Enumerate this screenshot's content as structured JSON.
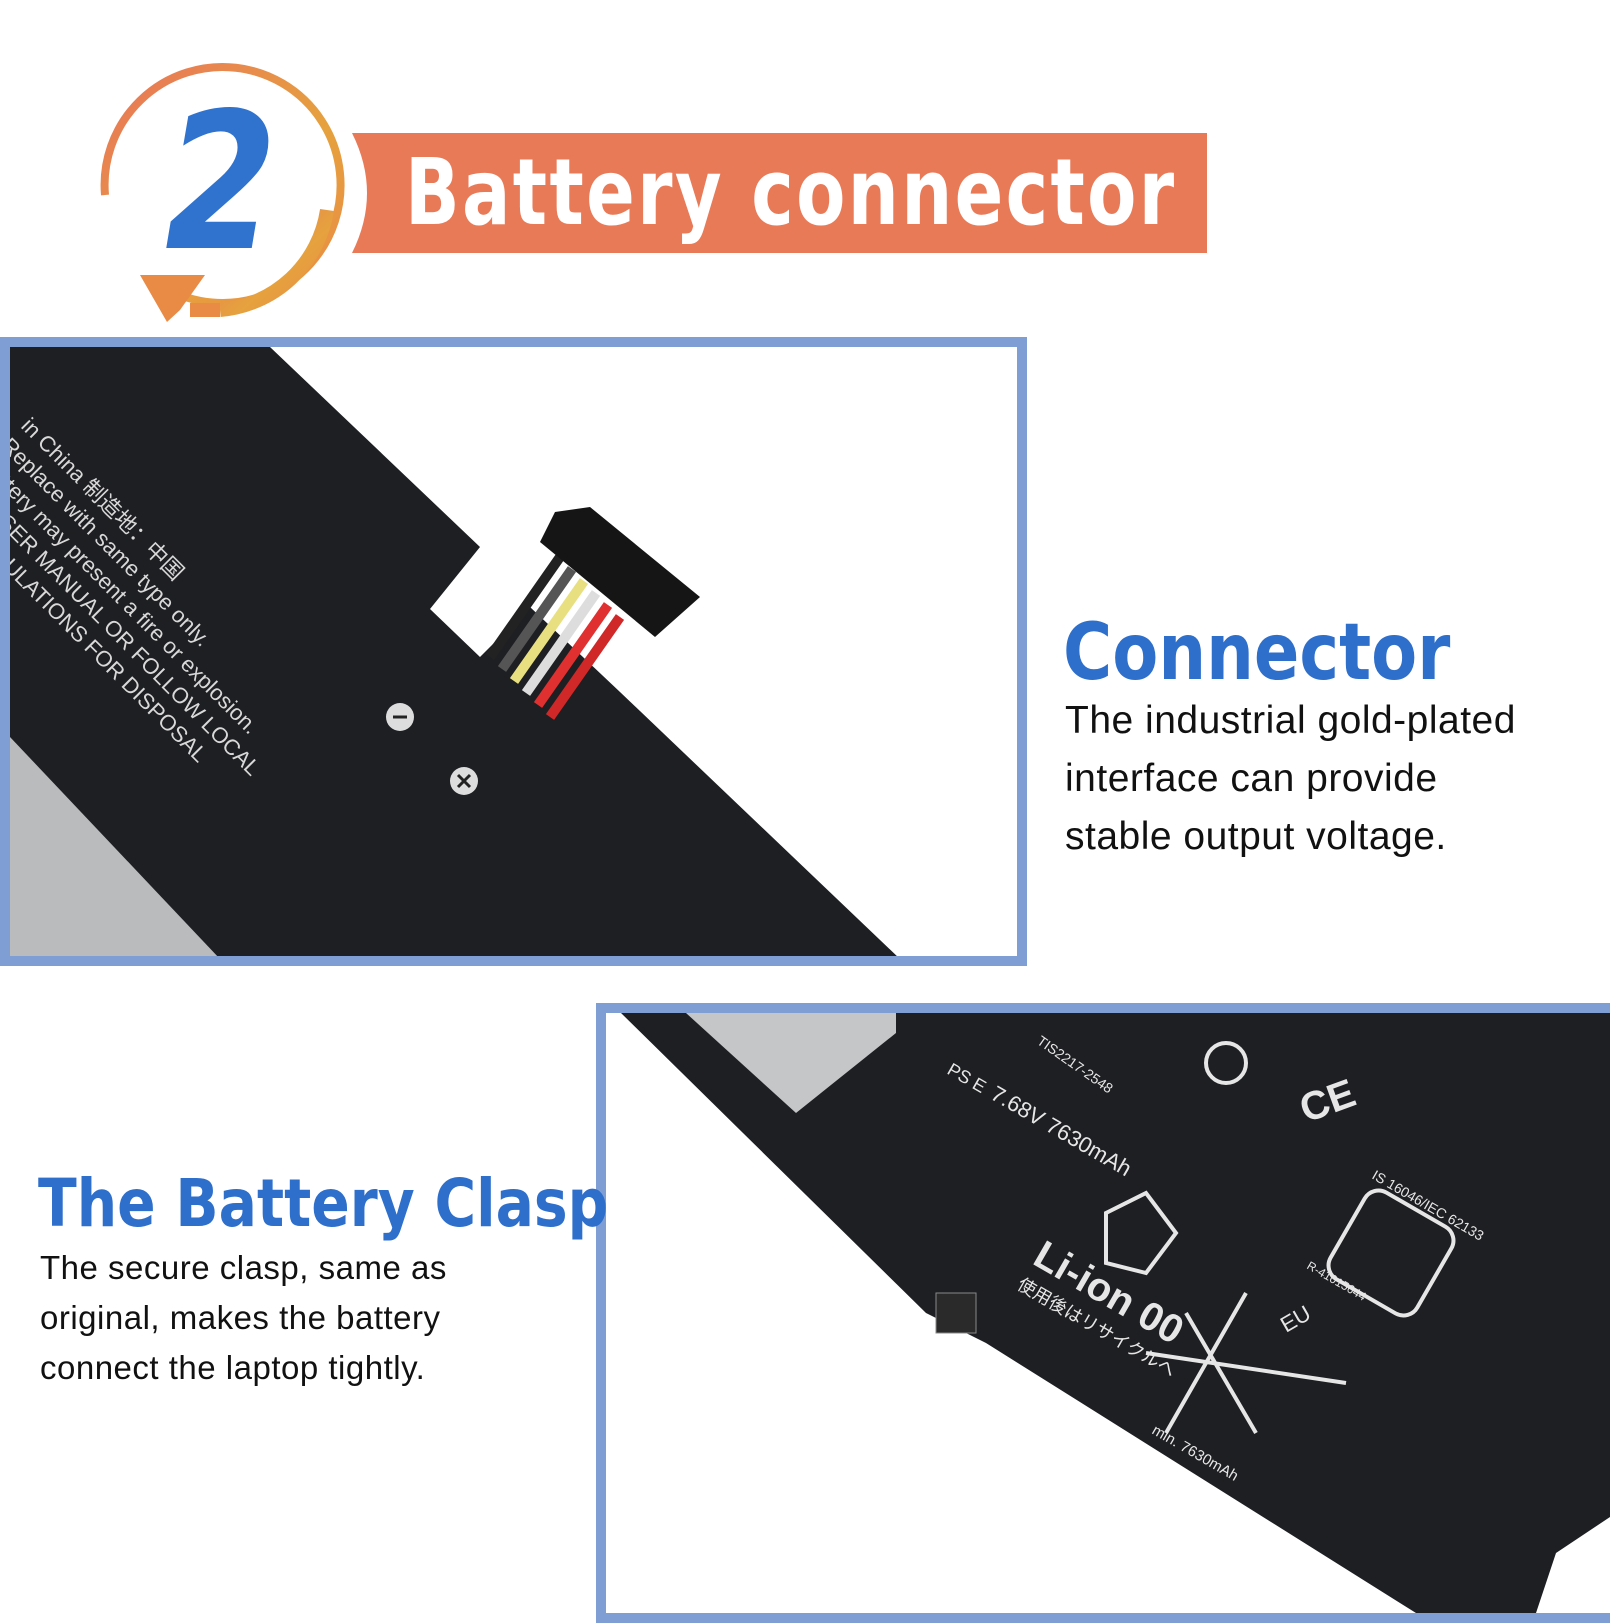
{
  "header": {
    "step_number": "2",
    "title": "Battery connector"
  },
  "colors": {
    "accent_blue": "#2e6fcb",
    "banner_orange": "#e97a58",
    "panel_border": "#7f9fd4"
  },
  "connector_section": {
    "title": "Connector",
    "description_lines": [
      "The industrial gold-plated",
      "interface can provide",
      "stable output voltage."
    ]
  },
  "clasp_section": {
    "title": "The Battery Clasp",
    "description_lines": [
      "The secure clasp, same as",
      "original, makes the battery",
      "connect the laptop tightly."
    ]
  },
  "battery_label_top": {
    "lines": [
      "in China 制造地：中国",
      "Replace with same type only.",
      "battery may present a fire or explosion.",
      "TO USER MANUAL OR FOLLOW LOCAL",
      "OR REGULATIONS FOR DISPOSAL"
    ]
  },
  "battery_label_bottom": {
    "spec": "7.68V  7630mAh",
    "cert": "TIS2217-2548",
    "chem": "Li-ion 00",
    "recycle_jp": "使用後はリサイクルへ",
    "min_capacity": "min. 7630mAh",
    "eu": "EU",
    "standard": "IS 16046/IEC 62133",
    "reg": "R-41015644",
    "ce": "CE",
    "ps": "PS E"
  }
}
